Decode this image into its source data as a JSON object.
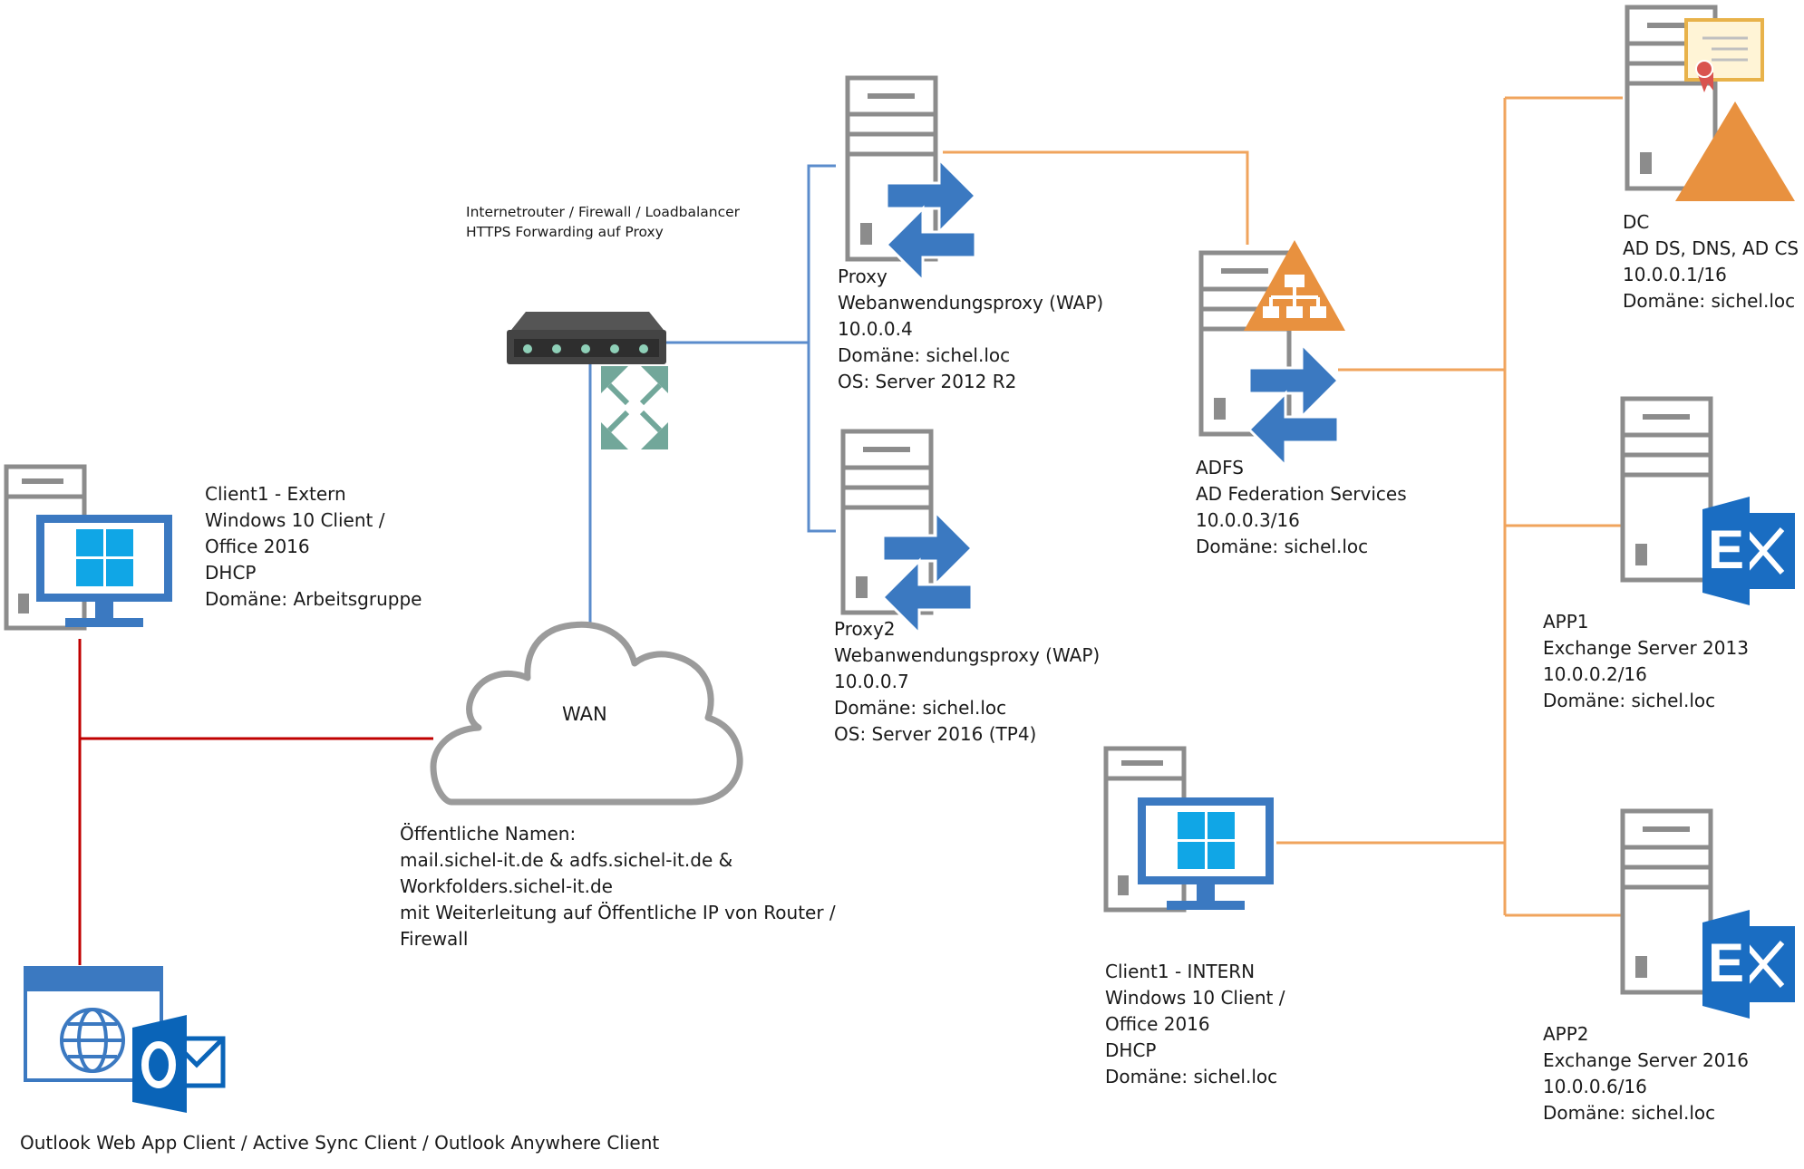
{
  "colors": {
    "internal_link": "#f0a45d",
    "proxy_link": "#5b8ccc",
    "external_link": "#c00000",
    "server_gray": "#8c8c8c",
    "icon_blue": "#3b79c1",
    "windows_blue": "#10a6e6",
    "adfs_orange": "#e8913f",
    "dc_orange": "#e8913f",
    "exchange_blue": "#1a6dc2",
    "outlook_blue": "#0a64b8",
    "expand_green": "#72a79a",
    "router_dark": "#444444",
    "router_led": "#8fd0b8"
  },
  "nodes": {
    "router": {
      "icon": "router-icon",
      "lines": [
        "Internetrouter / Firewall / Loadbalancer",
        "HTTPS Forwarding auf Proxy"
      ]
    },
    "wan": {
      "icon": "cloud-icon",
      "label": "WAN"
    },
    "public_names": {
      "lines": [
        "Öffentliche Namen:",
        "mail.sichel-it.de & adfs.sichel-it.de &",
        "Workfolders.sichel-it.de",
        "mit Weiterleitung auf Öffentliche IP von Router /",
        "Firewall"
      ]
    },
    "proxy": {
      "icon": "server-exchange-arrows-icon",
      "lines": [
        "Proxy",
        "Webanwendungsproxy (WAP)",
        "10.0.0.4",
        "Domäne: sichel.loc",
        "OS: Server 2012 R2"
      ]
    },
    "proxy2": {
      "icon": "server-exchange-arrows-icon",
      "lines": [
        "Proxy2",
        "Webanwendungsproxy (WAP)",
        "10.0.0.7",
        "Domäne: sichel.loc",
        "OS: Server 2016 (TP4)"
      ]
    },
    "adfs": {
      "icon": "adfs-server-icon",
      "lines": [
        "ADFS",
        "AD Federation Services",
        "10.0.0.3/16",
        "Domäne: sichel.loc"
      ]
    },
    "dc": {
      "icon": "domain-controller-icon",
      "lines": [
        "DC",
        "AD DS, DNS, AD CS",
        "10.0.0.1/16",
        "Domäne: sichel.loc"
      ]
    },
    "app1": {
      "icon": "exchange-server-icon",
      "lines": [
        "APP1",
        "Exchange Server 2013",
        "10.0.0.2/16",
        "Domäne: sichel.loc"
      ]
    },
    "app2": {
      "icon": "exchange-server-icon",
      "lines": [
        "APP2",
        "Exchange Server 2016",
        "10.0.0.6/16",
        "Domäne: sichel.loc"
      ]
    },
    "client_extern": {
      "icon": "windows-workstation-icon",
      "lines": [
        "Client1 - Extern",
        "Windows 10 Client /",
        "Office 2016",
        "DHCP",
        "Domäne: Arbeitsgruppe"
      ]
    },
    "client_intern": {
      "icon": "windows-workstation-icon",
      "lines": [
        "Client1 - INTERN",
        "Windows 10 Client /",
        "Office 2016",
        "DHCP",
        "Domäne: sichel.loc"
      ]
    },
    "outlook_client": {
      "icon": "outlook-web-app-icon",
      "label": "Outlook Web App Client / Active Sync Client / Outlook Anywhere Client"
    }
  }
}
